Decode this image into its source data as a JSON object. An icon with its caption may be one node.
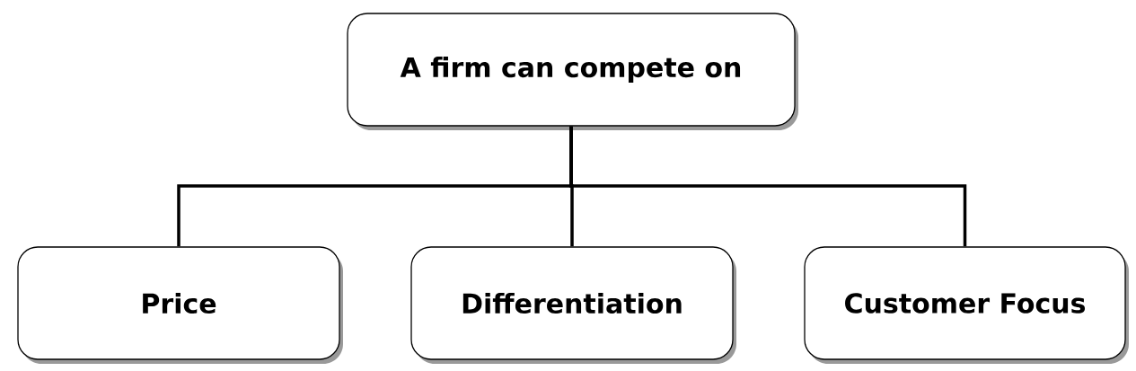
{
  "diagram": {
    "nodes": [
      {
        "text": [
          "A firm can compete on"
        ]
      },
      {
        "text": [
          "Price"
        ]
      },
      {
        "text": [
          "Differentiation"
        ]
      },
      {
        "text": [
          "Customer Focus"
        ]
      }
    ],
    "edges": [
      {
        "from": 0,
        "to": 1,
        "arrow": "none"
      },
      {
        "from": 0,
        "to": 2,
        "arrow": "none"
      },
      {
        "from": 0,
        "to": 3,
        "arrow": "none"
      }
    ]
  }
}
